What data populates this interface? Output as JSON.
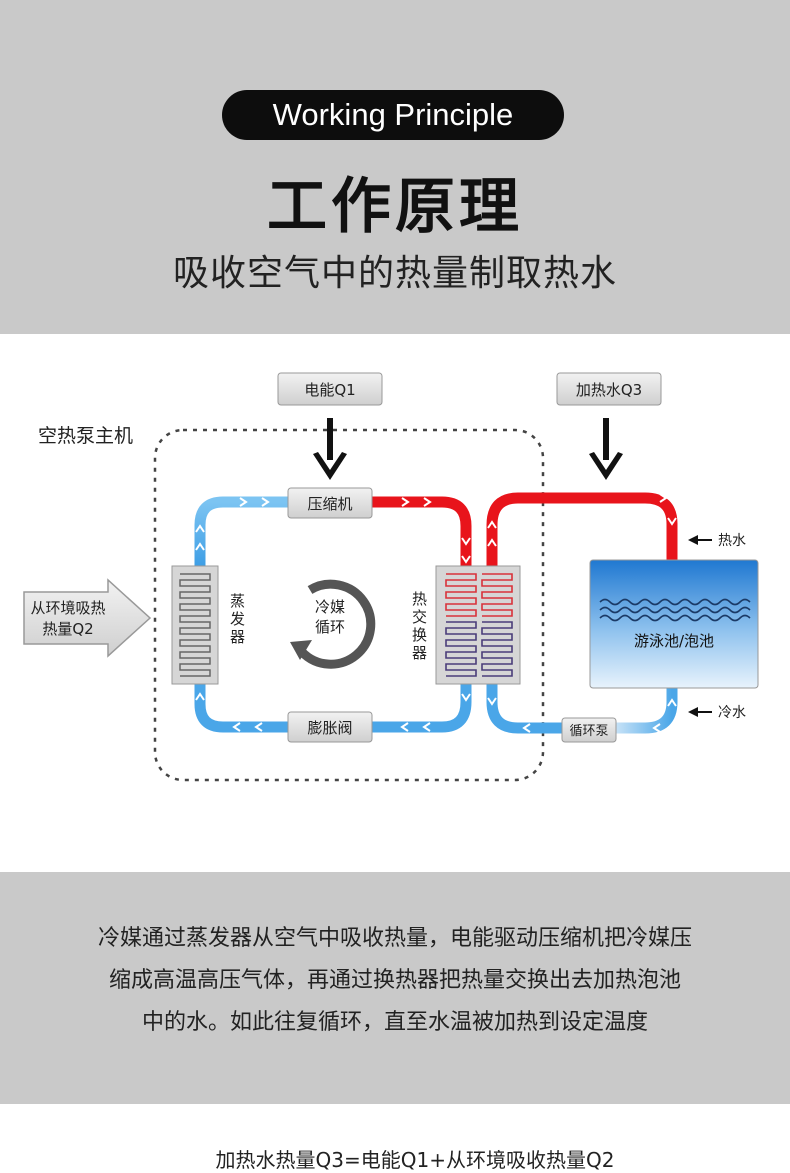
{
  "header": {
    "pill_label": "Working Principle",
    "title": "工作原理",
    "subtitle": "吸收空气中的热量制取热水"
  },
  "diagram": {
    "unit_label": "空热泵主机",
    "electric_input": "电能Q1",
    "hot_water_output": "加热水Q3",
    "env_heat_line1": "从环境吸热",
    "env_heat_line2": "热量Q2",
    "compressor": "压缩机",
    "expansion_valve": "膨胀阀",
    "evaporator": [
      "蒸",
      "发",
      "器"
    ],
    "heat_exchanger": [
      "热",
      "交",
      "换",
      "器"
    ],
    "refrigerant_line1": "冷媒",
    "refrigerant_line2": "循环",
    "pool": "游泳池/泡池",
    "hot_water_label": "热水",
    "cold_water_label": "冷水",
    "pump": "循环泵",
    "formula": "加热水热量Q3=电能Q1+从环境吸收热量Q2",
    "colors": {
      "hot": "#e8141b",
      "cold": "#4aa6e8",
      "pool": "#2f86d6"
    }
  },
  "description": {
    "lines": [
      "冷媒通过蒸发器从空气中吸收热量，电能驱动压缩机把冷媒压",
      "缩成高温高压气体，再通过换热器把热量交换出去加热泡池",
      "中的水。如此往复循环，直至水温被加热到设定温度"
    ]
  }
}
